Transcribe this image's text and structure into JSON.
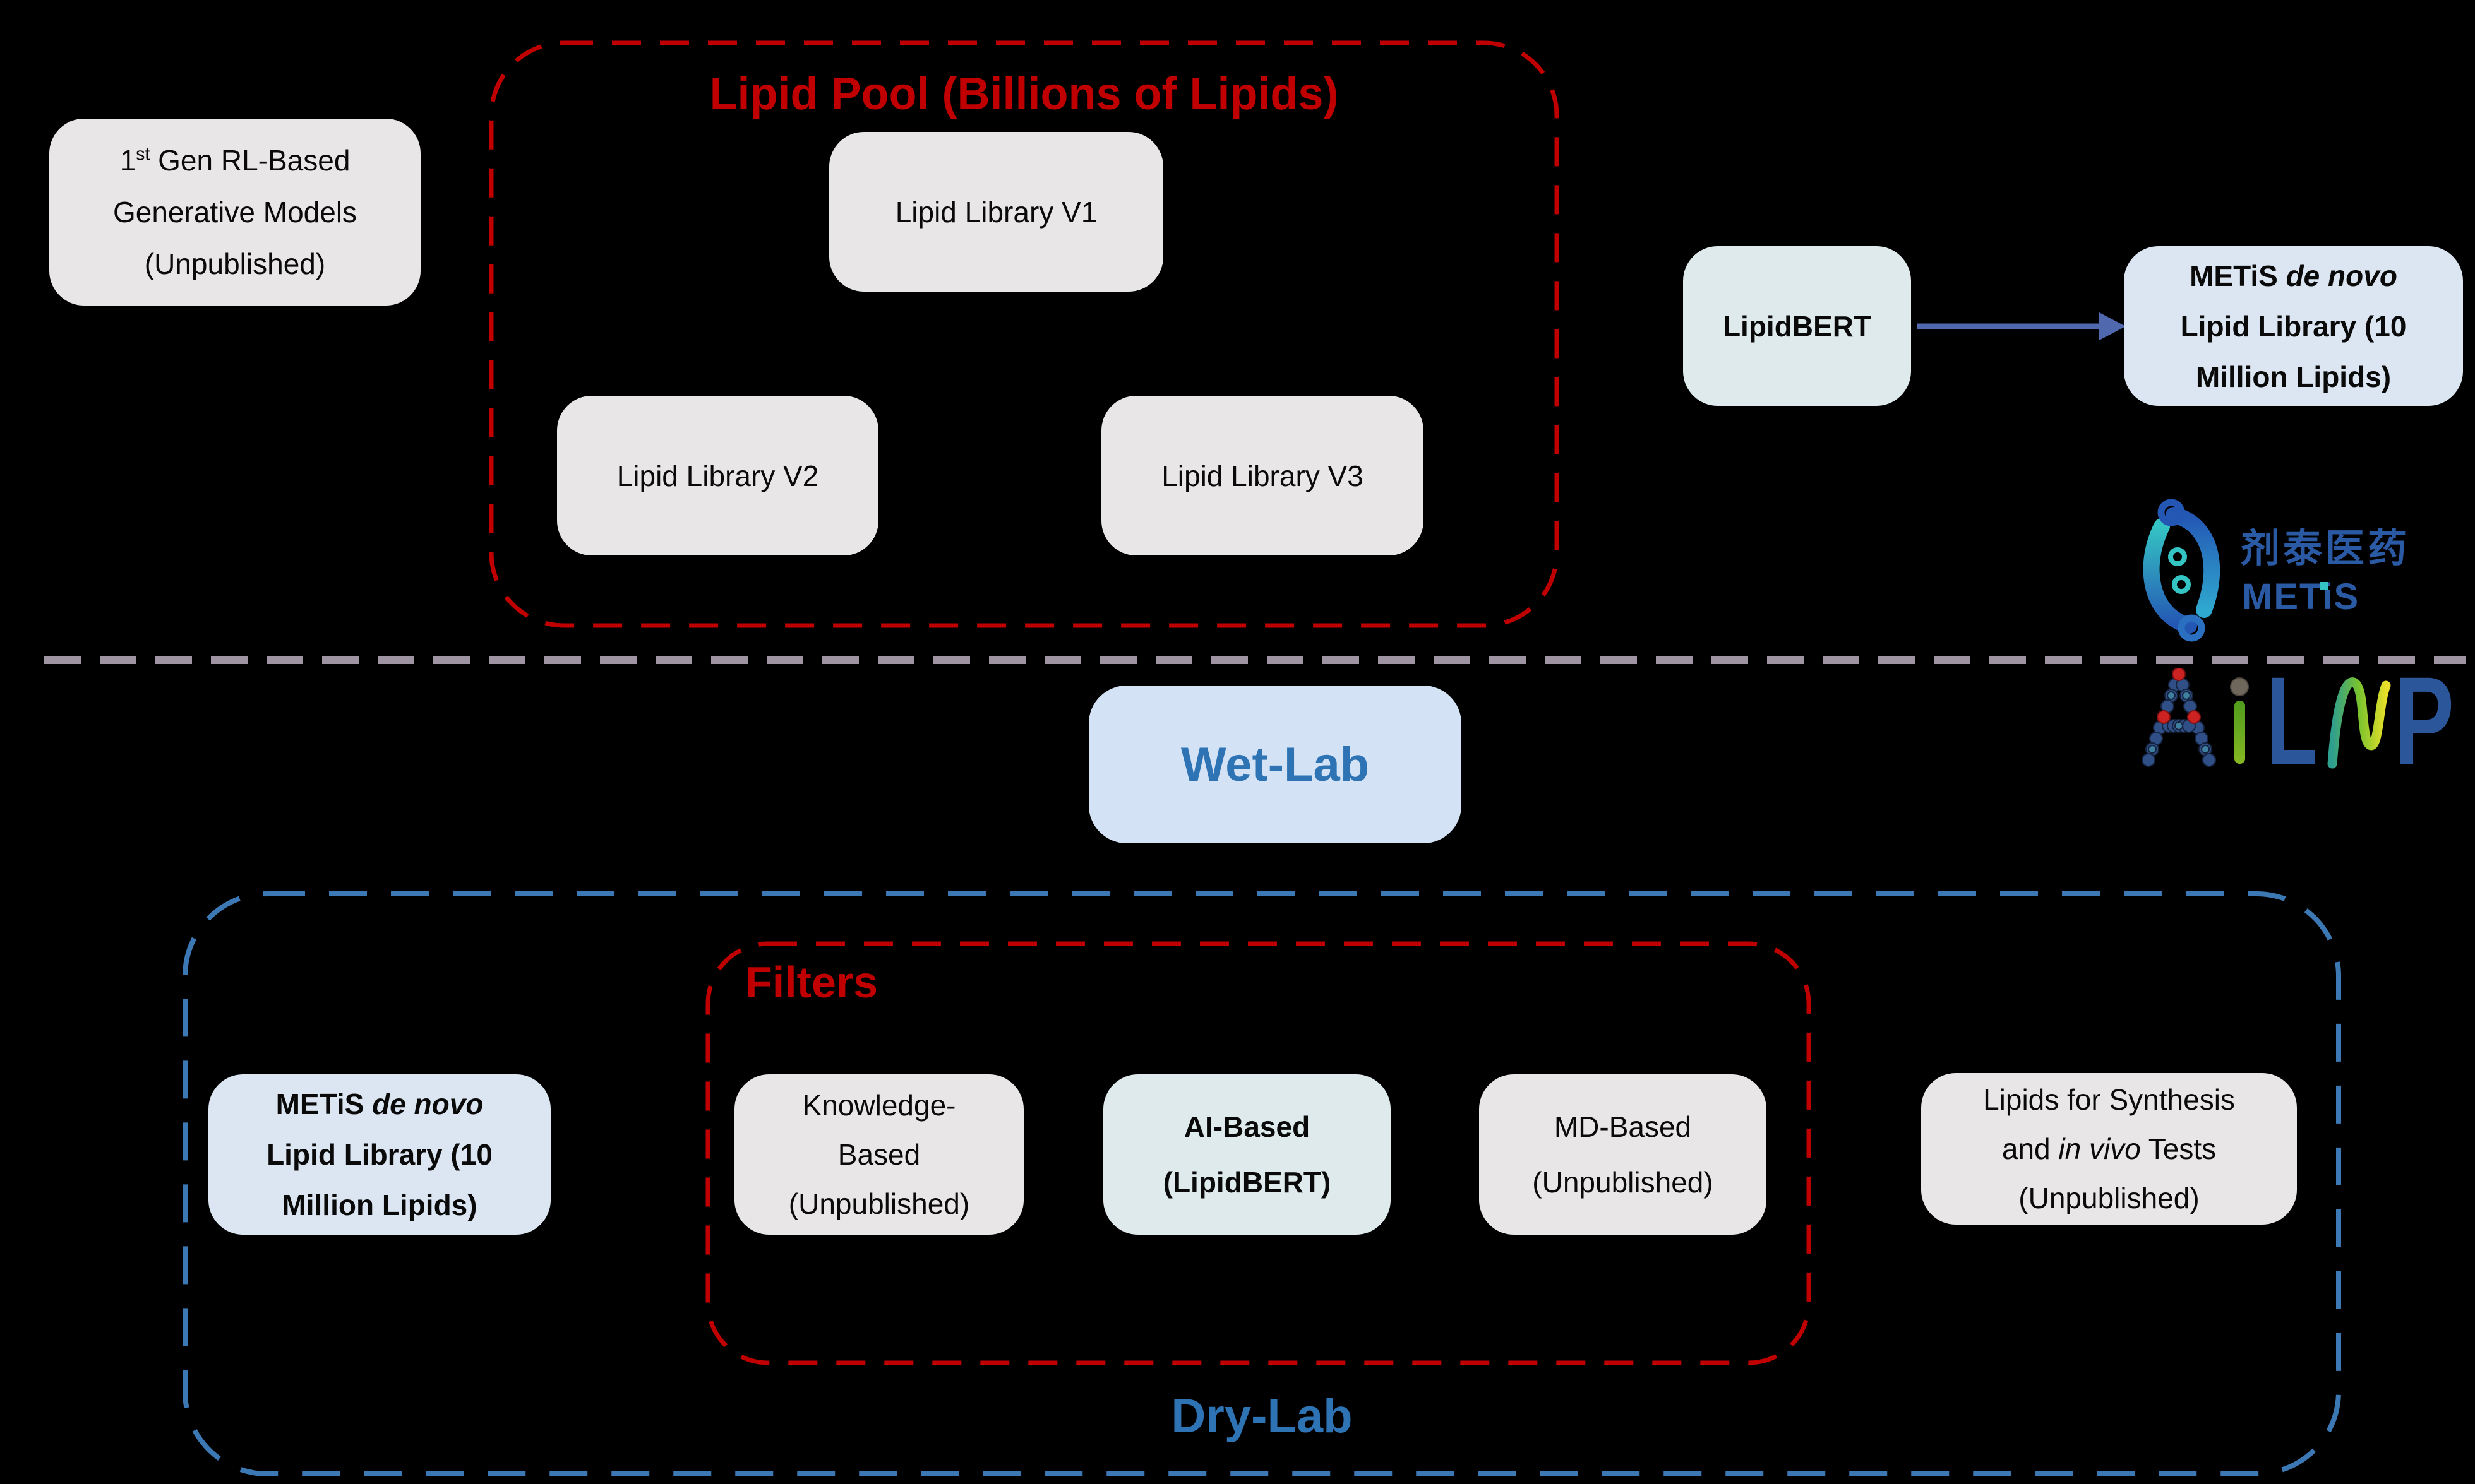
{
  "colors": {
    "background": "#000000",
    "red_accent": "#c00000",
    "blue_dashed_border": "#3c78b4",
    "lab_text_blue": "#2e74b5",
    "arrow_blue": "#4f68ae",
    "gray_box": "#e8e6e6",
    "light_blue_box": "#dbe6f2",
    "teal_box": "#dfeaec",
    "wetlab_box": "#d3e2f4",
    "divider_gray": "#9e94a2",
    "logo_blue": "#2b5aa5",
    "logo_teal": "#35c4c4"
  },
  "top": {
    "gen_models": {
      "l1_num": "1",
      "l1_sup": "st",
      "l1_rest": " Gen RL-Based",
      "l2": "Generative Models",
      "l3": "(Unpublished)"
    },
    "lipid_pool": {
      "title": "Lipid Pool (Billions of Lipids)",
      "v1": "Lipid Library V1",
      "v2": "Lipid Library V2",
      "v3": "Lipid Library V3"
    },
    "lipidbert_label": "LipidBERT"
  },
  "metis_library_box": {
    "l1_plain": "METiS ",
    "l1_italic": "de novo",
    "l2": "Lipid Library (10",
    "l3": "Million Lipids)"
  },
  "wet_lab_label": "Wet-Lab",
  "dry_lab": {
    "label": "Dry-Lab",
    "filters": {
      "title": "Filters",
      "knowledge": {
        "l1": "Knowledge-",
        "l2": "Based",
        "l3": "(Unpublished)"
      },
      "ai": {
        "l1": "AI-Based",
        "l2": "(LipidBERT)"
      },
      "md": {
        "l1": "MD-Based",
        "l2": "(Unpublished)"
      }
    },
    "synthesis": {
      "l1": "Lipids for Synthesis",
      "l2_a": "and ",
      "l2_italic": "in vivo",
      "l2_b": " Tests",
      "l3": "(Unpublished)"
    }
  },
  "logos": {
    "metis": {
      "cn": "剂泰医药",
      "en": "METiS"
    },
    "ailnp": {
      "letter_l": "L",
      "letter_p": "P"
    }
  }
}
